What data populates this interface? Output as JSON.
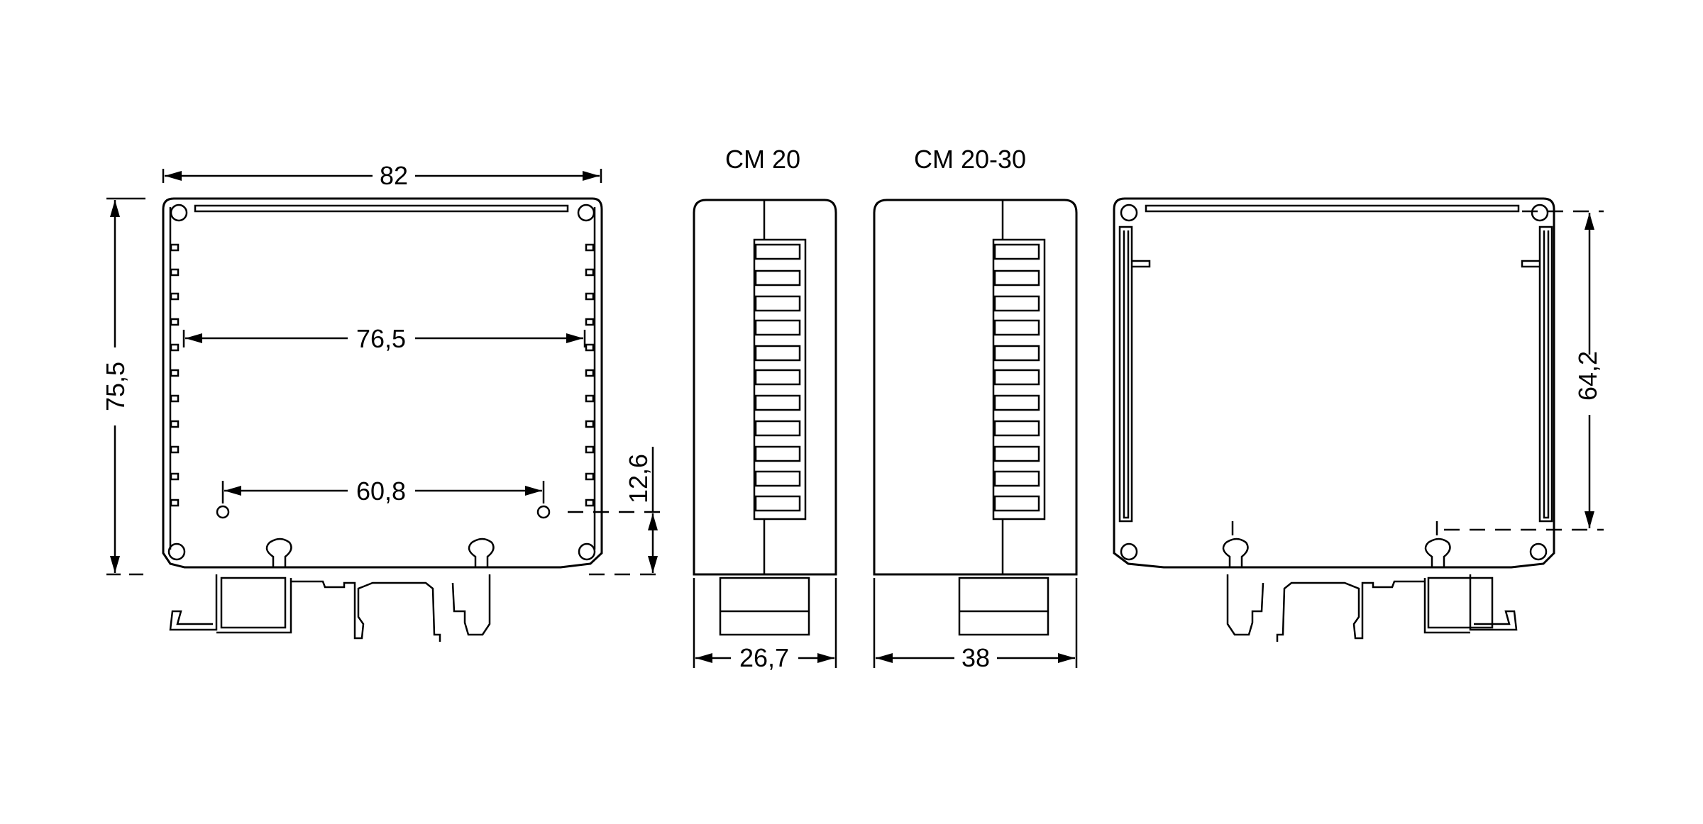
{
  "drawing": {
    "type": "enclosure dimension drawing",
    "front_view": {
      "width_label": "82",
      "height_label": "75,5",
      "inner_width_label": "76,5",
      "hole_spacing_label": "60,8",
      "hole_offset_label": "12,6"
    },
    "side_views": [
      {
        "title": "CM 20",
        "width_label": "26,7"
      },
      {
        "title": "CM 20-30",
        "width_label": "38"
      }
    ],
    "rear_view": {
      "height_label": "64,2"
    },
    "colors": {
      "line": "#000000",
      "background": "#ffffff"
    }
  }
}
